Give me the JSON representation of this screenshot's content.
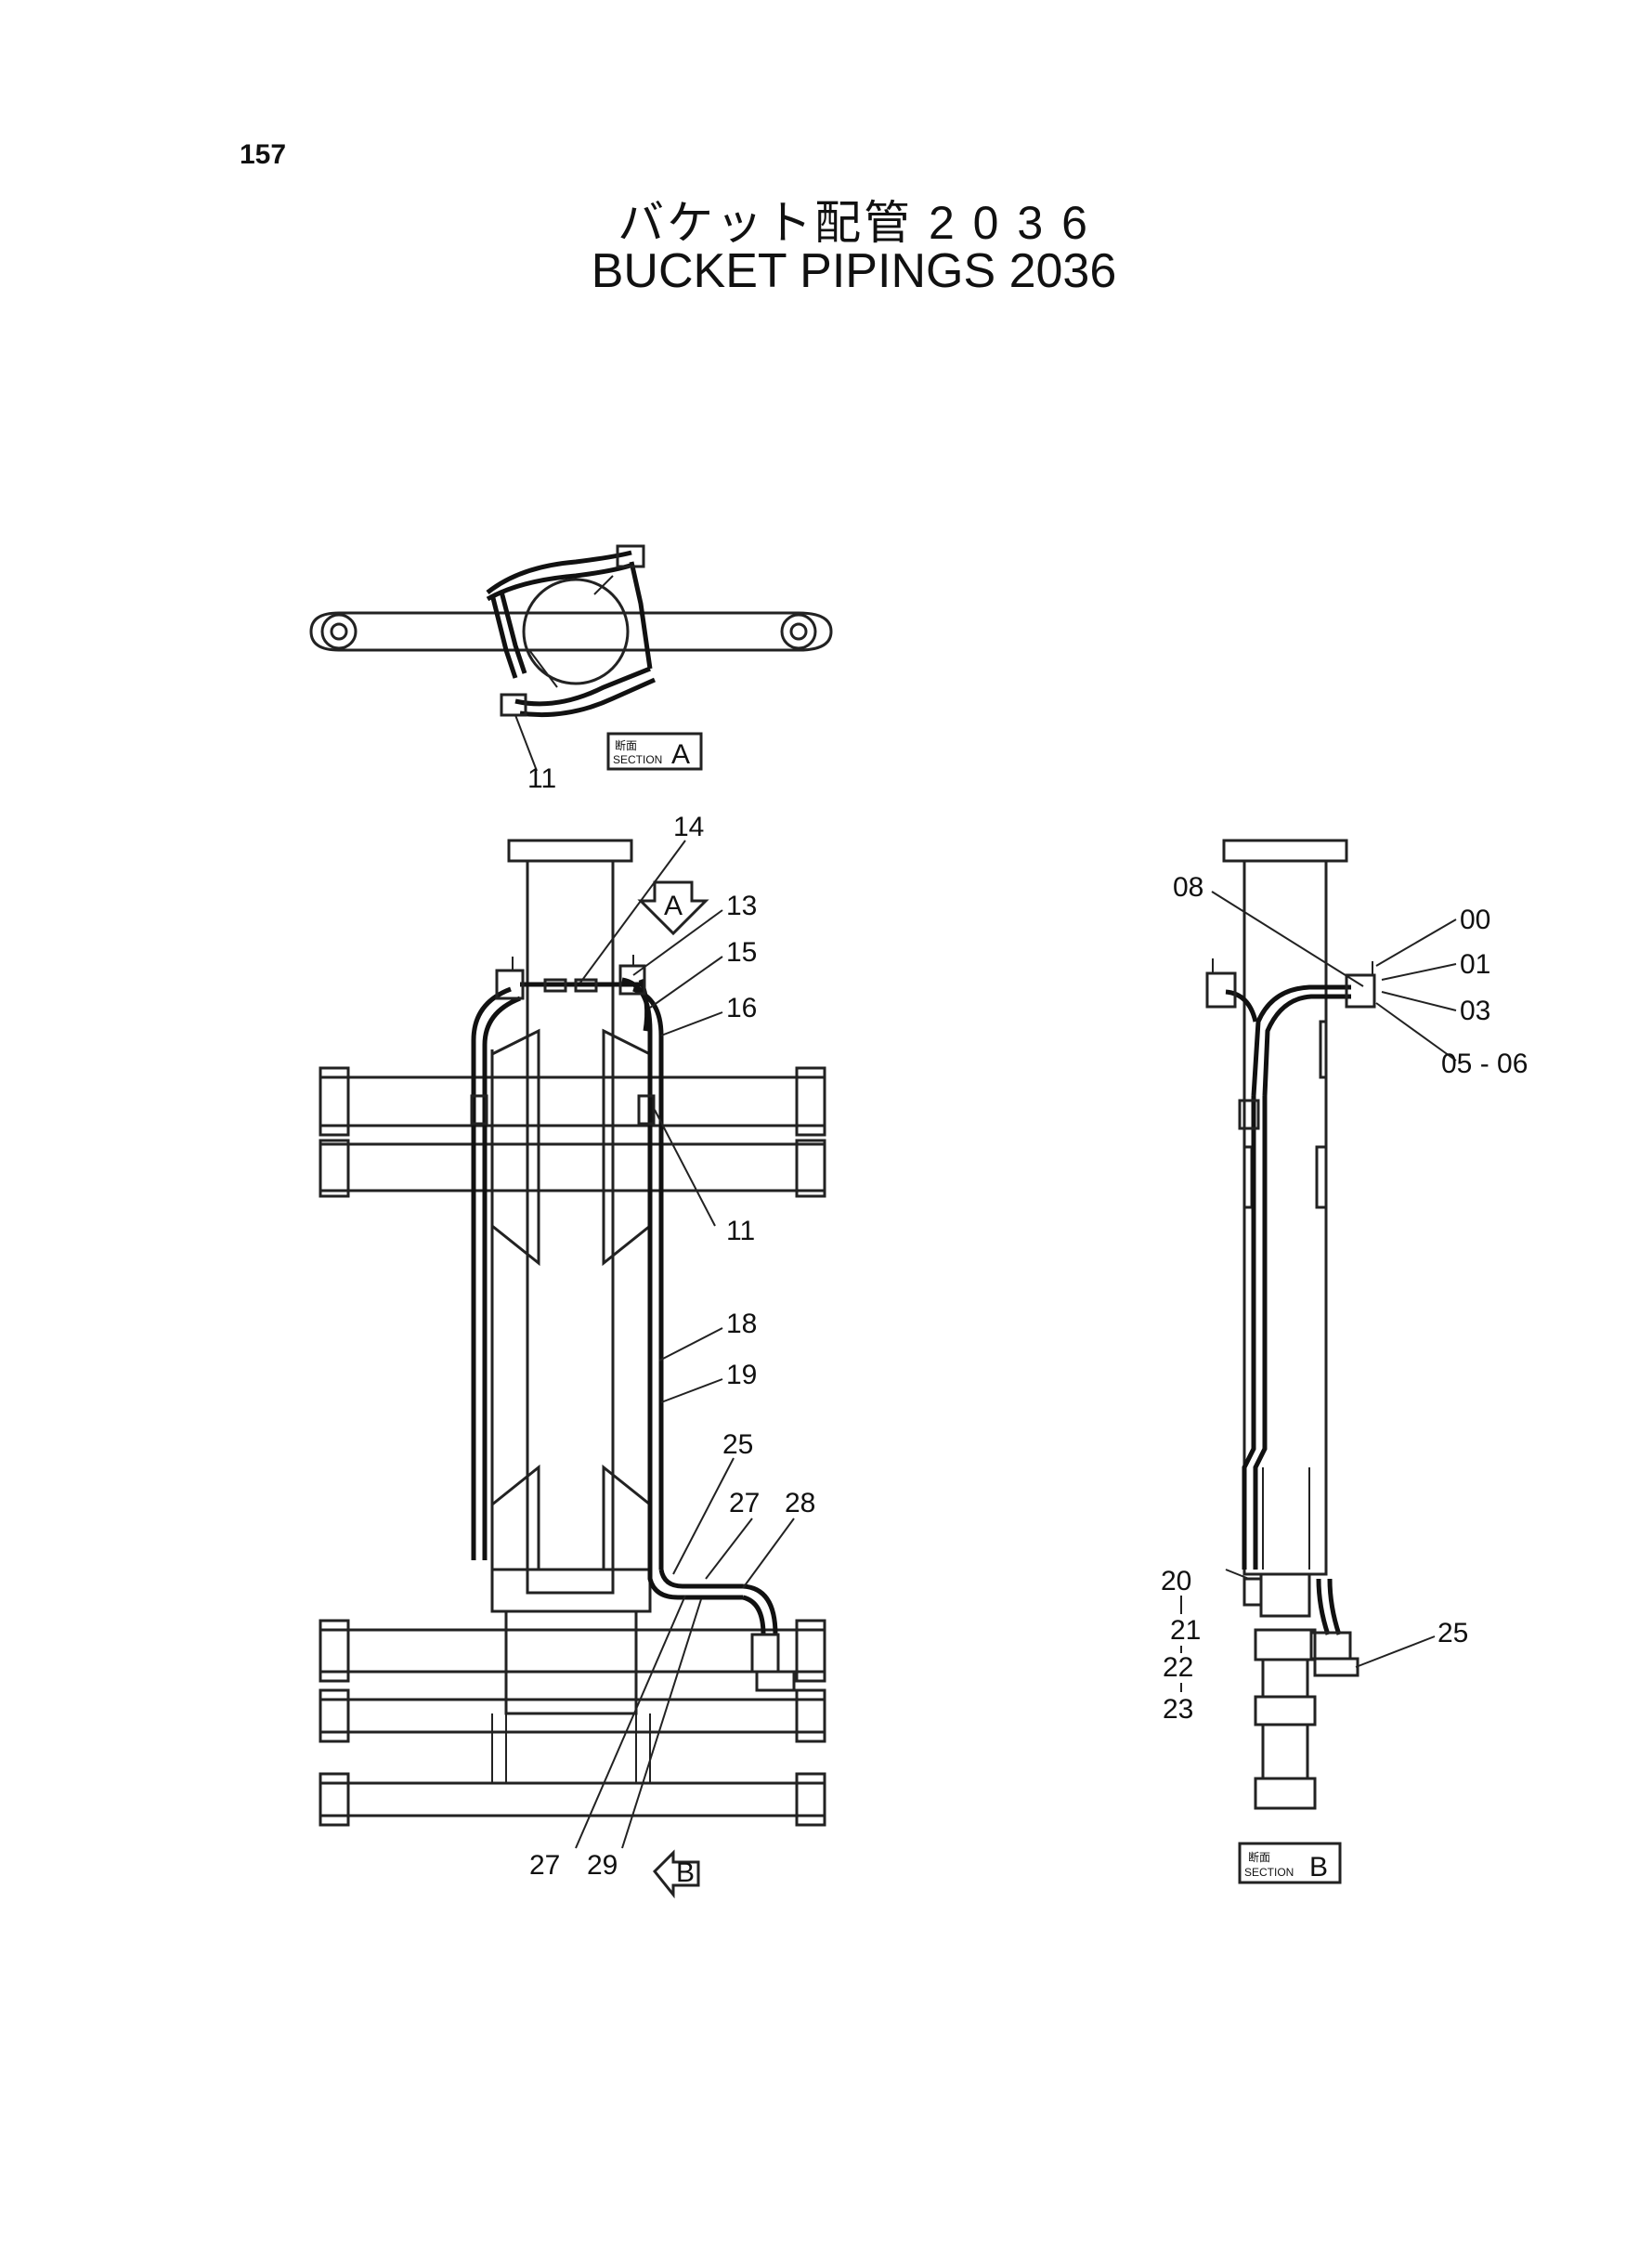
{
  "page_number": "157",
  "title_jp": "バケット配管 2 0 3 6",
  "title_en": "BUCKET PIPINGS 2036",
  "section_a": {
    "kanji": "断面",
    "word": "SECTION",
    "letter": "A"
  },
  "section_b": {
    "kanji": "断面",
    "word": "SECTION",
    "letter": "B"
  },
  "arrow_a": "A",
  "arrow_b": "B",
  "labels": {
    "top_11": "11",
    "l14": "14",
    "l13": "13",
    "l15": "15",
    "l16": "16",
    "l11": "11",
    "l18": "18",
    "l19": "19",
    "l25": "25",
    "l27a": "27",
    "l28": "28",
    "l27b": "27",
    "l29": "29",
    "r08": "08",
    "r00": "00",
    "r01": "01",
    "r03": "03",
    "r0506": "05 - 06",
    "r20": "20",
    "r21": "21",
    "r22": "22",
    "r23": "23",
    "r25": "25"
  }
}
